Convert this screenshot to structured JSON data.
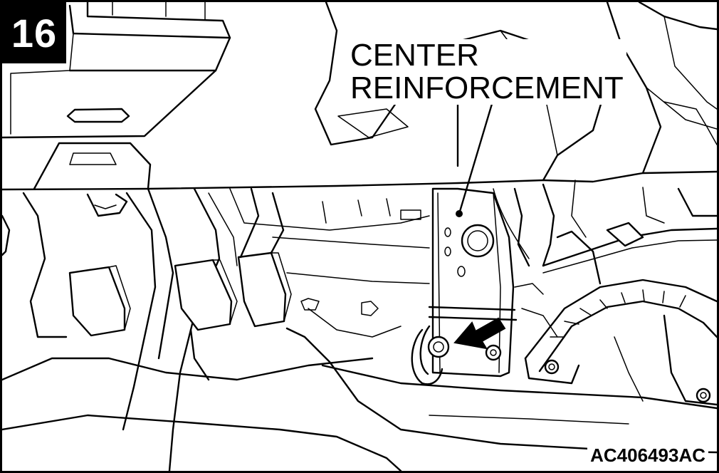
{
  "step": {
    "number": "16"
  },
  "callout": {
    "line1": "CENTER",
    "line2": "REINFORCEMENT"
  },
  "figure": {
    "code": "AC406493AC"
  },
  "colors": {
    "ink": "#000000",
    "paper": "#ffffff"
  },
  "icons": {
    "arrow": "removal-direction-arrow",
    "bolt": "bolt-icon",
    "clip": "wire-clip"
  }
}
